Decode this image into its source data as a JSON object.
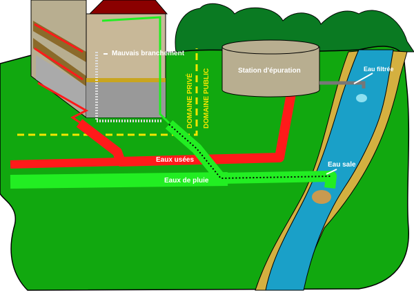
{
  "labels": {
    "bad_connection": "Mauvais branchement",
    "private_domain": "DOMAINE PRIVÉ",
    "public_domain": "DOMAINE PUBLIC",
    "treatment_plant": "Station d'épuration",
    "filtered_water": "Eau filtrée",
    "wastewater": "Eaux usées",
    "rainwater": "Eaux de pluie",
    "dirty_water": "Eau sale"
  },
  "colors": {
    "grass": "#11a80f",
    "wastewater_pipe": "#ff1a1a",
    "rainwater_pipe": "#22ee22",
    "river": "#1aa0c8",
    "bank": "#d4b040",
    "boundary_line": "#f2e600",
    "roof": "#8b0000",
    "wall": "#c8b898"
  }
}
